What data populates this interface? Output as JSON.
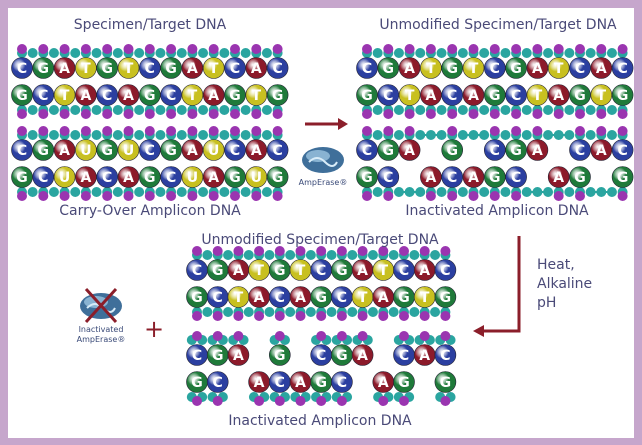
{
  "titles": {
    "top_left": "Specimen/Target DNA",
    "top_right": "Unmodified Specimen/Target DNA",
    "mid_left": "Carry-Over Amplicon DNA",
    "mid_right": "Inactivated Amplicon DNA",
    "bottom_top": "Unmodified Specimen/Target DNA",
    "bottom_bottom": "Inactivated Amplicon DNA"
  },
  "enzyme": {
    "label": "AmpErase®",
    "inactivated_label_1": "Inactivated",
    "inactivated_label_2": "AmpErase®"
  },
  "plus": "+",
  "condition": {
    "line1": "Heat,",
    "line2": "Alkaline",
    "line3": "pH"
  },
  "strands": {
    "specimen_top": "CGATGTCGATCAC",
    "specimen_bottom": "GCTACAGCTAGTG",
    "carryover_top": "CGAUGUCGAUCAC",
    "carryover_bottom": "GCUACAGCUAGUG",
    "inactivated_top": "CGA_G_CGA_CAC",
    "inactivated_bottom": "GC_ACAGC_AG_G"
  },
  "colors": {
    "C": "#2b3fa0",
    "G": "#1f7a3a",
    "A": "#8c1a2a",
    "T": "#c8c020",
    "U": "#c8c020",
    "backbone_teal": "#2aa5a0",
    "backbone_purple": "#9a35b0",
    "arrow": "#8b1e2a",
    "frame": "#c6a6cc"
  }
}
